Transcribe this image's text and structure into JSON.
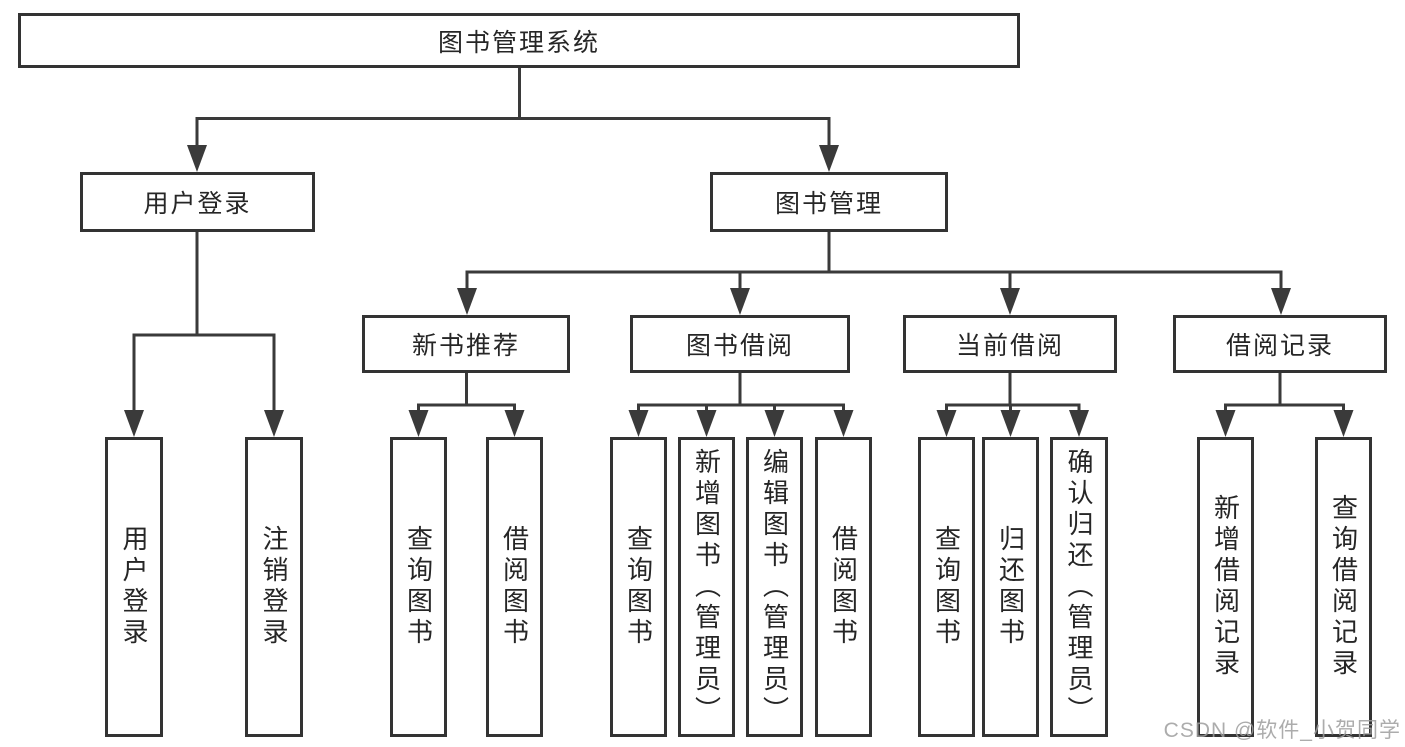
{
  "diagram": {
    "title": "图书管理系统",
    "children": [
      {
        "label": "用户登录",
        "children": [
          {
            "label": "用户登录"
          },
          {
            "label": "注销登录"
          }
        ]
      },
      {
        "label": "图书管理",
        "children": [
          {
            "label": "新书推荐",
            "children": [
              {
                "label": "查询图书"
              },
              {
                "label": "借阅图书"
              }
            ]
          },
          {
            "label": "图书借阅",
            "children": [
              {
                "label": "查询图书"
              },
              {
                "label": "新增图书（管理员）"
              },
              {
                "label": "编辑图书（管理员）"
              },
              {
                "label": "借阅图书"
              }
            ]
          },
          {
            "label": "当前借阅",
            "children": [
              {
                "label": "查询图书"
              },
              {
                "label": "归还图书"
              },
              {
                "label": "确认归还（管理员）"
              }
            ]
          },
          {
            "label": "借阅记录",
            "children": [
              {
                "label": "新增借阅记录"
              },
              {
                "label": "查询借阅记录"
              }
            ]
          }
        ]
      }
    ]
  },
  "watermark": "CSDN @软件_小贺同学",
  "colors": {
    "line": "#3a3a3a",
    "box_border": "#333333",
    "text": "#262626",
    "watermark": "#9e9e9e",
    "background": "#ffffff"
  }
}
